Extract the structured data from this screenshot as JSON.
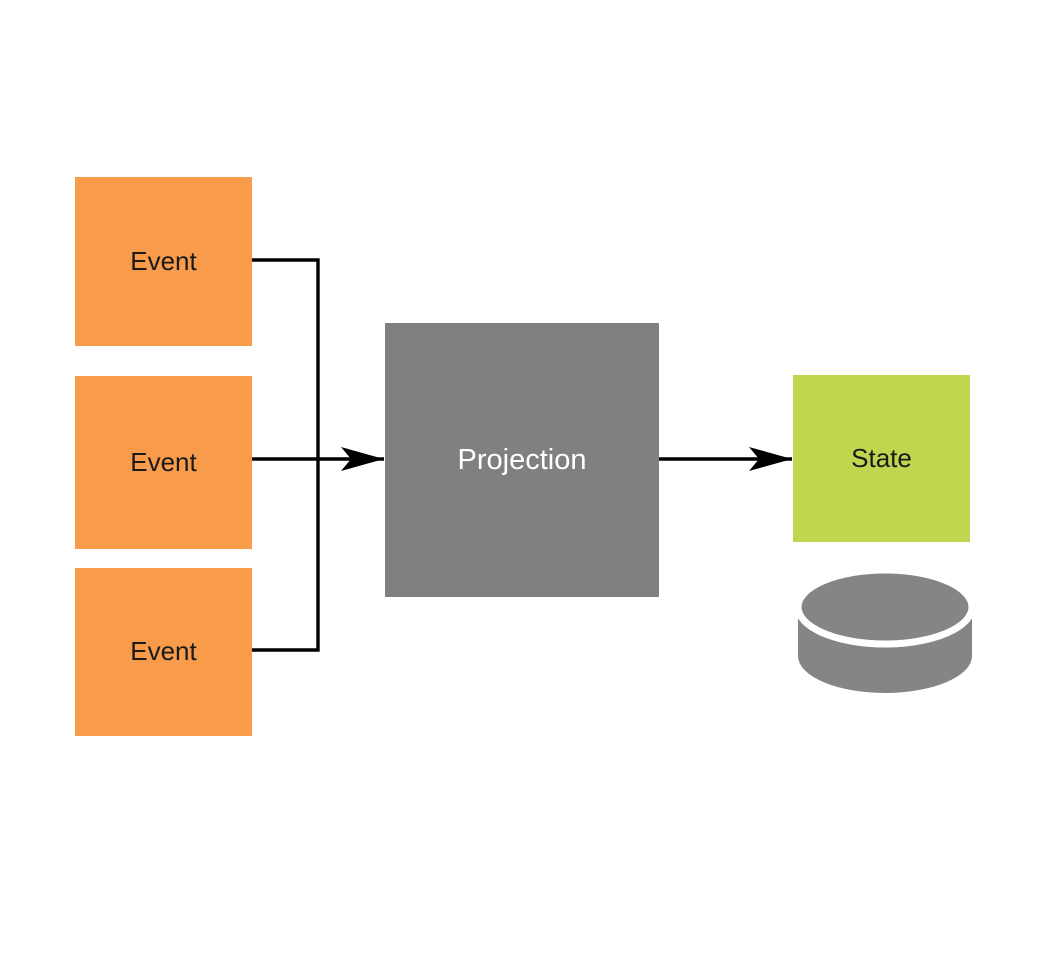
{
  "diagram": {
    "nodes": {
      "event1": {
        "label": "Event",
        "fill": "#F89B4A",
        "text_color": "#1A1A1A"
      },
      "event2": {
        "label": "Event",
        "fill": "#F89B4A",
        "text_color": "#1A1A1A"
      },
      "event3": {
        "label": "Event",
        "fill": "#F89B4A",
        "text_color": "#1A1A1A"
      },
      "projection": {
        "label": "Projection",
        "fill": "#808080",
        "text_color": "#FFFFFF"
      },
      "state": {
        "label": "State",
        "fill": "#BFD64F",
        "text_color": "#1A1A1A"
      },
      "database": {
        "icon": "database-cylinder-icon",
        "fill": "#858585"
      }
    },
    "edges": [
      {
        "from": "event1",
        "to": "projection",
        "arrow": false
      },
      {
        "from": "event2",
        "to": "projection",
        "arrow": true
      },
      {
        "from": "event3",
        "to": "projection",
        "arrow": false
      },
      {
        "from": "projection",
        "to": "state",
        "arrow": true
      }
    ],
    "connector_color": "#000000",
    "background_color": "#FFFFFF"
  }
}
